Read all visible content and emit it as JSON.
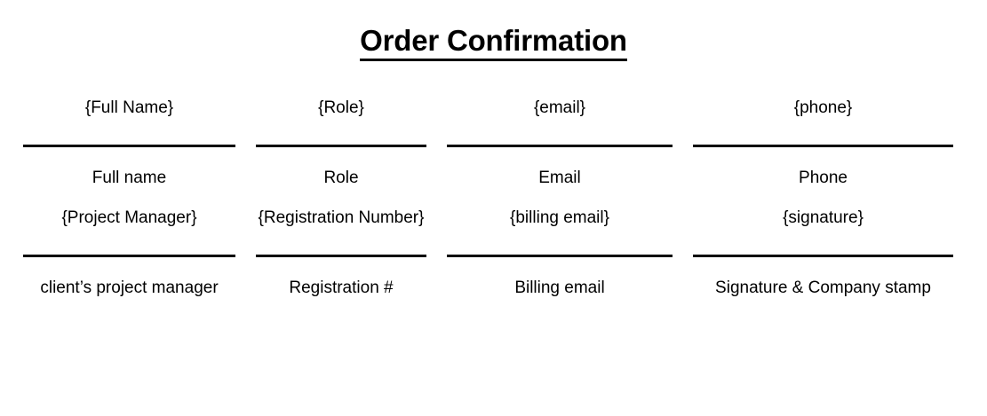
{
  "document": {
    "title": "Order Confirmation"
  },
  "form": {
    "bands": [
      {
        "name": "contact-details",
        "fields": [
          {
            "placeholder": "{Full Name}",
            "label": "Full name"
          },
          {
            "placeholder": "{Role}",
            "label": "Role"
          },
          {
            "placeholder": "{email}",
            "label": "Email"
          },
          {
            "placeholder": "{phone}",
            "label": "Phone"
          }
        ]
      },
      {
        "name": "project-and-billing-details",
        "fields": [
          {
            "placeholder": "{Project Manager}",
            "label": "client’s project manager"
          },
          {
            "placeholder": "{Registration Number}",
            "label": "Registration #"
          },
          {
            "placeholder": "{billing email}",
            "label": "Billing email"
          },
          {
            "placeholder": "{signature}",
            "label": "Signature & Company stamp"
          }
        ]
      }
    ]
  },
  "colors": {
    "background": "#ffffff",
    "text": "#000000",
    "rule": "#000000"
  }
}
